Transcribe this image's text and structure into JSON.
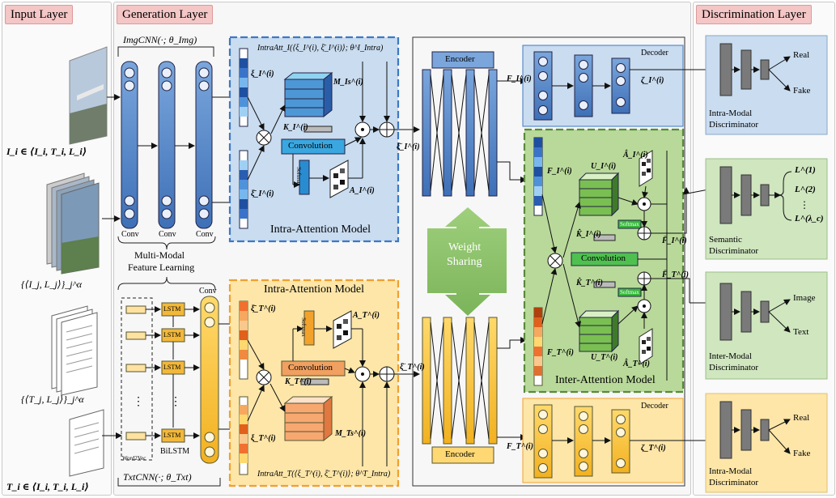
{
  "headers": {
    "input": "Input Layer",
    "generation": "Generation Layer",
    "discrimination": "Discrimination Layer"
  },
  "colors": {
    "header_bg": "#f4c6c6",
    "blue_panel": "#c9dcf0",
    "yellow_panel": "#fde6a8",
    "green_panel": "#b9d99a",
    "blue_border": "#3d78c4",
    "orange_border": "#f0a030",
    "green_border": "#5a8a3a",
    "disc_blue": "#c9dcf0",
    "disc_green": "#cfe6bf",
    "disc_yellow": "#fde6a8"
  },
  "input": {
    "image_query": "I_i ∈ ⟨I_i, T_i, L_i⟩",
    "image_set": "{⟨I_j, L_j⟩}_j^α",
    "text_set": "{⟨T_j, L_j⟩}_j^α",
    "text_query": "T_i ∈ ⟨I_i, T_i, L_i⟩"
  },
  "generation": {
    "img_cnn": "ImgCNN(·; θ_Img)",
    "conv": "Conv",
    "multimodal": "Multi-Modal",
    "feature_learning": "Feature Learning",
    "lstm": "LSTM",
    "bilstm": "BiLSTM",
    "word2vec": "Word2Vec",
    "txt_cnn": "TxtCNN(·; θ_Txt)",
    "ellipsis": "⋮"
  },
  "intra_img": {
    "title_formula": "IntraAtt_I(⟨ξ_I^(i), ξ̄_I^(i)⟩; θ^I_Intra)",
    "xi": "ξ_I^(i)",
    "xibar": "ξ̄_I^(i)",
    "M": "M_Is^(i)",
    "K": "K_I^(i)",
    "A": "A_I^(i)",
    "convolution": "Convolution",
    "softmax": "Softmax",
    "label": "Intra-Attention Model",
    "out": "ξ̈_I^(i)"
  },
  "intra_txt": {
    "label": "Intra-Attention Model",
    "xi": "ξ̄_T^(i)",
    "xibar": "ξ_T^(i)",
    "A": "A_T^(i)",
    "K": "K_T^(i)",
    "M": "M_Ts^(i)",
    "convolution": "Convolution",
    "softmax": "Softmax",
    "title_formula": "IntraAtt_T(⟨ξ_T^(i), ξ̄_T^(i)⟩; θ^T_Intra)",
    "out": "ξ̈_T^(i)"
  },
  "encoders": {
    "top": "Encoder",
    "bottom": "Encoder",
    "weight": "Weight",
    "sharing": "Sharing"
  },
  "decoders": {
    "top": "Decoder",
    "bottom": "Decoder",
    "F_I": "F_I^(i)",
    "zeta_I": "ζ_I^(i)",
    "F_T": "F_T^(i)",
    "zeta_T": "ζ_T^(i)"
  },
  "inter": {
    "F_I": "F_I^(i)",
    "F_T": "F_T^(i)",
    "U_I": "U_I^(i)",
    "U_T": "U_T^(i)",
    "A_I": "Â_I^(i)",
    "A_T": "Â_T^(i)",
    "K_I": "K̂_I^(i)",
    "K_T": "K̂_T^(i)",
    "F_I_out": "F̈_I^(i)",
    "F_T_out": "F̈_T^(i)",
    "convolution": "Convolution",
    "softmax": "Softmax",
    "label": "Inter-Attention Model"
  },
  "disc": {
    "intra_top_line1": "Intra-Modal",
    "intra_top_line2": "Discriminator",
    "real": "Real",
    "fake": "Fake",
    "semantic_line1": "Semantic",
    "semantic_line2": "Discriminator",
    "L1": "L^(1)",
    "L2": "L^(2)",
    "Ldots": "⋮",
    "Llast": "L^(λ_c)",
    "inter_line1": "Inter-Modal",
    "inter_line2": "Discriminator",
    "image": "Image",
    "text": "Text",
    "intra_bot_line1": "Intra-Modal",
    "intra_bot_line2": "Discriminator",
    "real2": "Real",
    "fake2": "Fake"
  }
}
